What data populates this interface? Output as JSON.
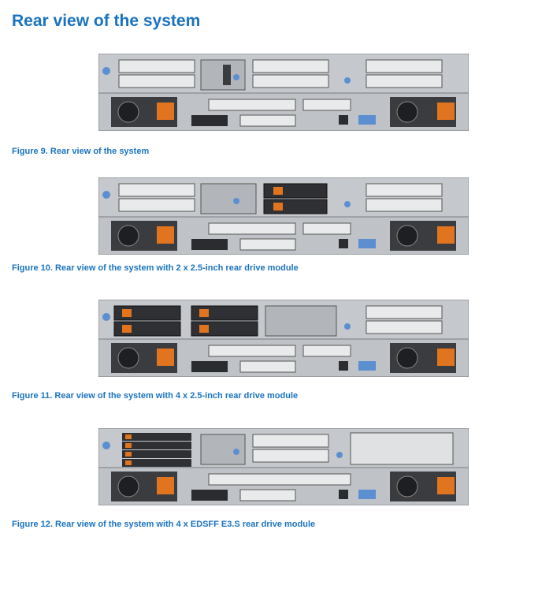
{
  "page": {
    "title": "Rear view of the system"
  },
  "figures": [
    {
      "caption": "Figure 9. Rear view of the system",
      "variant": "standard"
    },
    {
      "caption": "Figure 10. Rear view of the system with 2 x 2.5-inch rear drive module",
      "variant": "2-drive"
    },
    {
      "caption": "Figure 11. Rear view of the system with 4 x 2.5-inch rear drive module",
      "variant": "4-drive"
    },
    {
      "caption": "Figure 12. Rear view of the system with 4 x EDSFF E3.S rear drive module",
      "variant": "edsff"
    }
  ],
  "colors": {
    "heading": "#1a73c0",
    "chassis": "#c9ccd0",
    "dark": "#3a3c40",
    "accent_blue": "#5b8fd0",
    "accent_orange": "#e0741f"
  }
}
